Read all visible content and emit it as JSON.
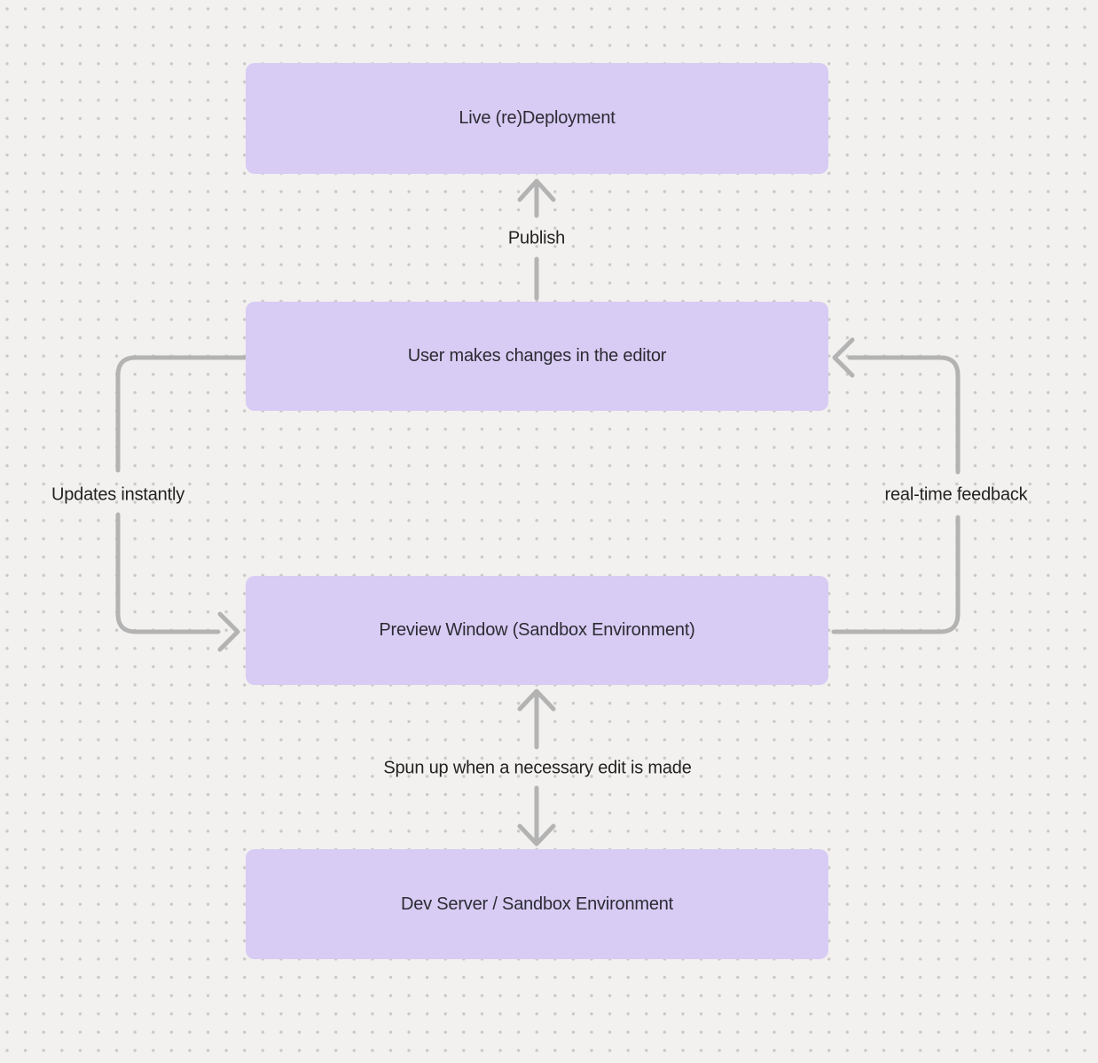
{
  "diagram": {
    "nodes": [
      {
        "id": "live-redeployment",
        "label": "Live (re)Deployment"
      },
      {
        "id": "user-editor",
        "label": "User makes changes in the editor"
      },
      {
        "id": "preview-window",
        "label": "Preview Window (Sandbox Environment)"
      },
      {
        "id": "dev-server",
        "label": "Dev Server / Sandbox Environment"
      }
    ],
    "edges": [
      {
        "id": "publish",
        "from": "user-editor",
        "to": "live-redeployment",
        "label": "Publish",
        "direction": "up"
      },
      {
        "id": "updates-instantly",
        "from": "user-editor",
        "to": "preview-window",
        "label": "Updates instantly",
        "direction": "left-loop-down"
      },
      {
        "id": "real-time-feedback",
        "from": "preview-window",
        "to": "user-editor",
        "label": "real-time feedback",
        "direction": "right-loop-up"
      },
      {
        "id": "sandbox-sync",
        "from": "preview-window",
        "to": "dev-server",
        "label": "Spun up when a necessary edit is made",
        "direction": "bidirectional"
      }
    ],
    "colors": {
      "canvas_bg": "#f2f1ef",
      "dot": "#c9c8c6",
      "node_fill": "#d8ccf4",
      "node_text": "#2c2b33",
      "label_text": "#222222",
      "arrow": "#b3b3b3"
    }
  }
}
